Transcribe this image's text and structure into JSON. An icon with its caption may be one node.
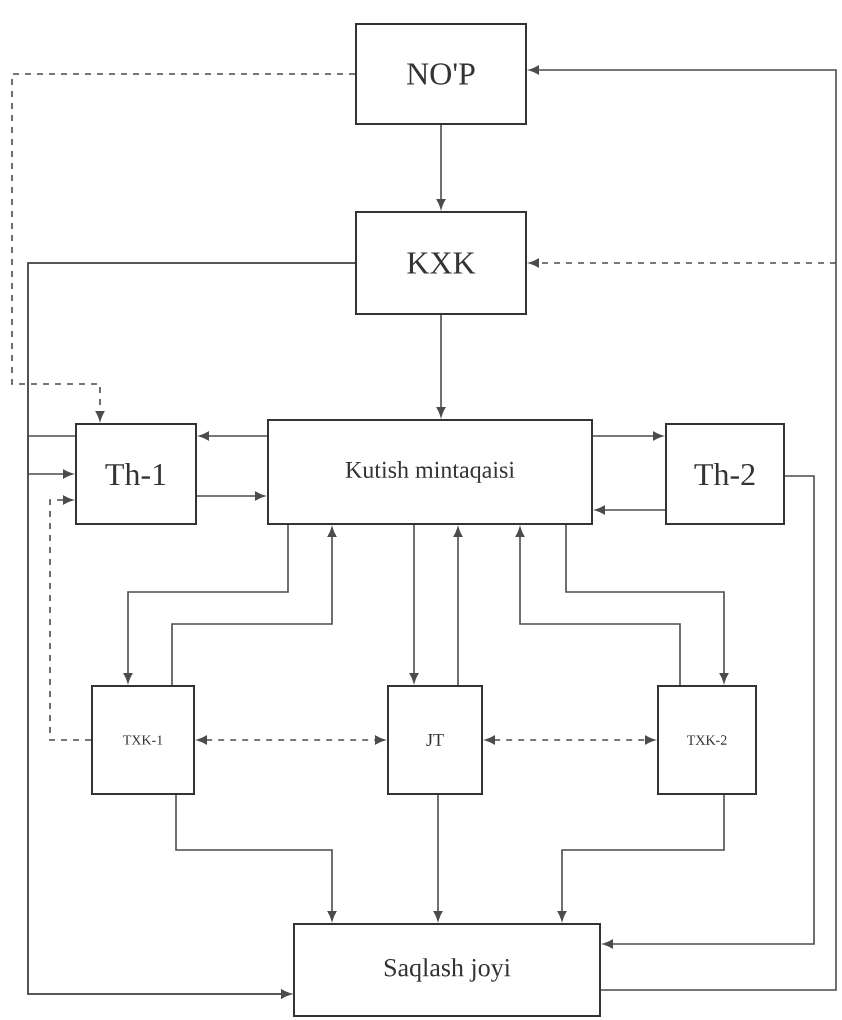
{
  "diagram": {
    "nodes": [
      {
        "text": [
          "NO'P"
        ]
      },
      {
        "text": [
          "KXK"
        ]
      },
      {
        "text": [
          "Kutish mintaqaisi"
        ]
      },
      {
        "text": [
          "Th-1"
        ]
      },
      {
        "text": [
          "Th-2"
        ]
      },
      {
        "text": [
          "TXK-1"
        ]
      },
      {
        "text": [
          "JT"
        ]
      },
      {
        "text": [
          "TXK-2"
        ]
      },
      {
        "text": [
          "Saqlash joyi"
        ]
      }
    ],
    "edges": [
      {
        "from": 0,
        "to": 1,
        "arrow": "to"
      },
      {
        "from": 0,
        "to": 3,
        "arrow": "to",
        "style": "dashed"
      },
      {
        "from": 1,
        "to": 3,
        "arrow": "to"
      },
      {
        "from": 1,
        "to": 8,
        "arrow": "to"
      },
      {
        "from": 3,
        "to": 8,
        "arrow": "to"
      },
      {
        "from": 8,
        "to": 0,
        "arrow": "to"
      },
      {
        "from": null,
        "to": 1,
        "arrow": "to",
        "style": "dashed"
      },
      {
        "from": 1,
        "to": 2,
        "arrow": "to"
      },
      {
        "from": 2,
        "to": 3,
        "arrow": "to"
      },
      {
        "from": 3,
        "to": 2,
        "arrow": "to"
      },
      {
        "from": 2,
        "to": 4,
        "arrow": "to"
      },
      {
        "from": 4,
        "to": 2,
        "arrow": "to"
      },
      {
        "from": 4,
        "to": 8,
        "arrow": "to"
      },
      {
        "from": 2,
        "to": 5,
        "arrow": "to"
      },
      {
        "from": 5,
        "to": 2,
        "arrow": "to"
      },
      {
        "from": 2,
        "to": 6,
        "arrow": "to"
      },
      {
        "from": 6,
        "to": 2,
        "arrow": "to"
      },
      {
        "from": 7,
        "to": 2,
        "arrow": "to"
      },
      {
        "from": 2,
        "to": 7,
        "arrow": "to"
      },
      {
        "from": 5,
        "to": 6,
        "arrow": "both",
        "style": "dashed"
      },
      {
        "from": 6,
        "to": 7,
        "arrow": "both",
        "style": "dashed"
      },
      {
        "from": 5,
        "to": 3,
        "arrow": "to",
        "style": "dashed"
      },
      {
        "from": 5,
        "to": 8,
        "arrow": "to"
      },
      {
        "from": 6,
        "to": 8,
        "arrow": "to"
      },
      {
        "from": 7,
        "to": 8,
        "arrow": "to"
      }
    ]
  }
}
